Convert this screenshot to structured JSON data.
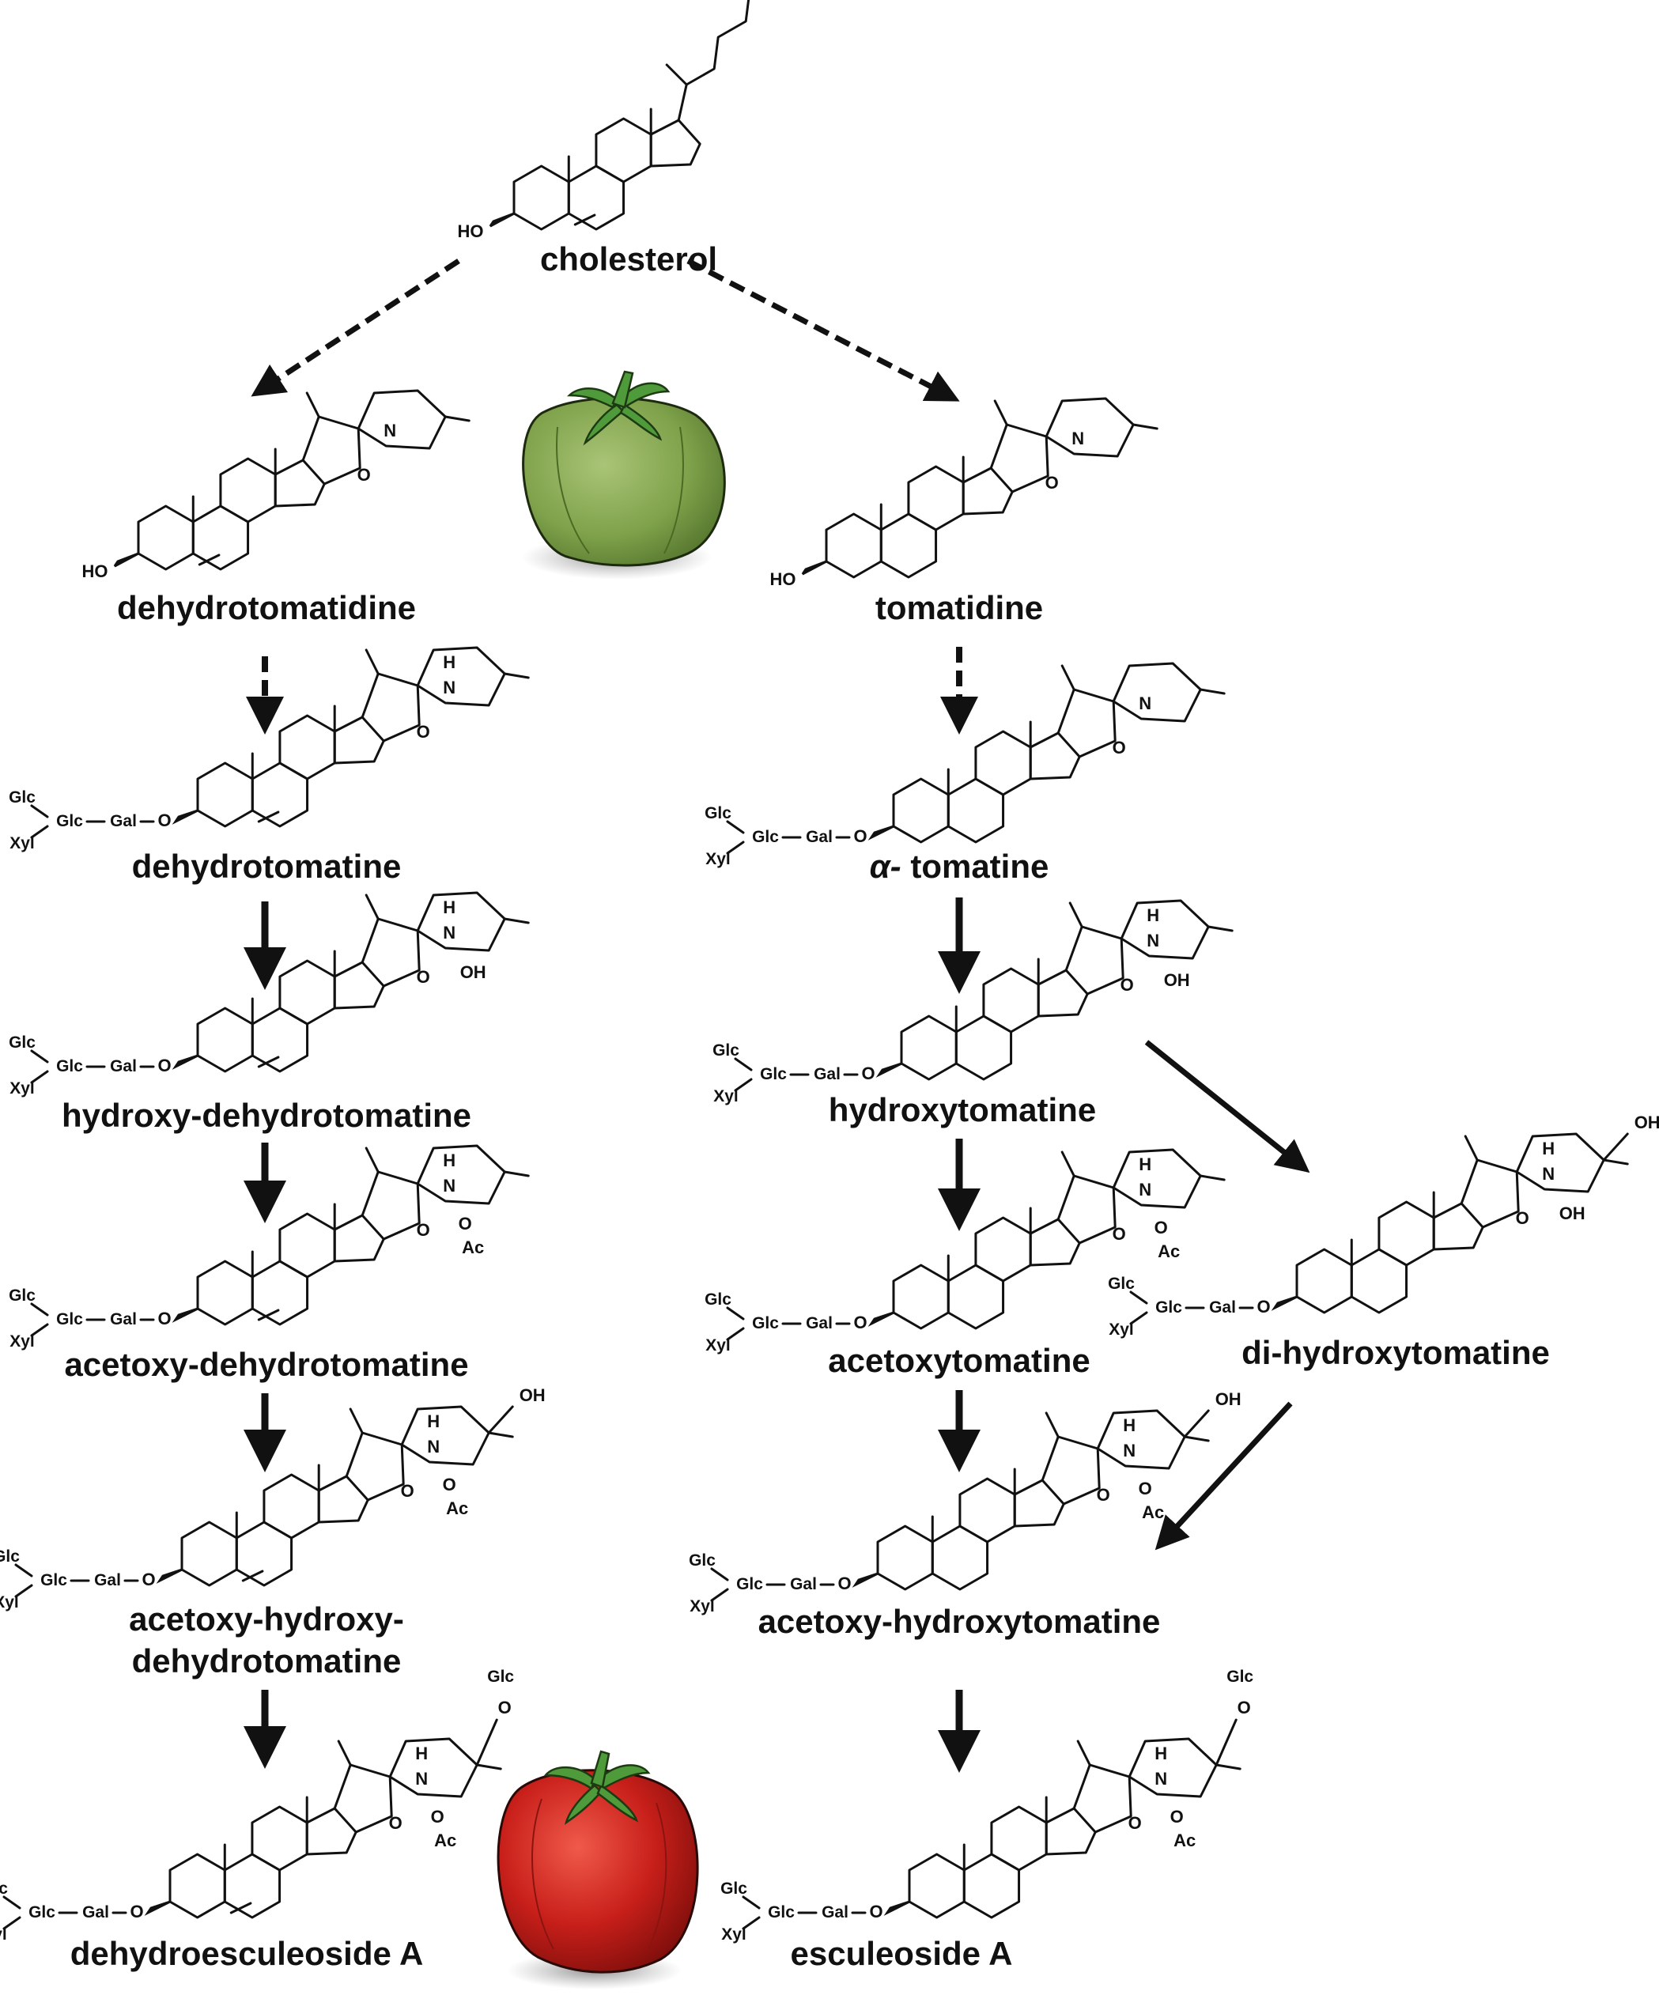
{
  "compounds": {
    "cholesterol": "cholesterol",
    "dehydrotomatidine": "dehydrotomatidine",
    "tomatidine": "tomatidine",
    "dehydrotomatine": "dehydrotomatine",
    "alpha_tomatine_prefix": "α-",
    "alpha_tomatine_name": " tomatine",
    "hydroxy_dehydrotomatine": "hydroxy-dehydrotomatine",
    "hydroxytomatine": "hydroxytomatine",
    "acetoxy_dehydrotomatine": "acetoxy-dehydrotomatine",
    "acetoxytomatine": "acetoxytomatine",
    "di_hydroxytomatine": "di-hydroxytomatine",
    "acetoxy_hydroxy_dehydrotomatine_1": "acetoxy-hydroxy-",
    "acetoxy_hydroxy_dehydrotomatine_2": "dehydrotomatine",
    "acetoxy_hydroxytomatine": "acetoxy-hydroxytomatine",
    "dehydroesculeoside_a": "dehydroesculeoside A",
    "esculeoside_a": "esculeoside A"
  },
  "atoms": {
    "HO": "HO",
    "OH": "OH",
    "N": "N",
    "H": "H",
    "O": "O",
    "Ac": "Ac",
    "Glc": "Glc",
    "Xyl": "Xyl",
    "Gal": "Gal"
  },
  "colors": {
    "green_tomato": "#7da24a",
    "red_tomato": "#c0221e",
    "leaf": "#4f9a3a",
    "ink": "#111111"
  }
}
